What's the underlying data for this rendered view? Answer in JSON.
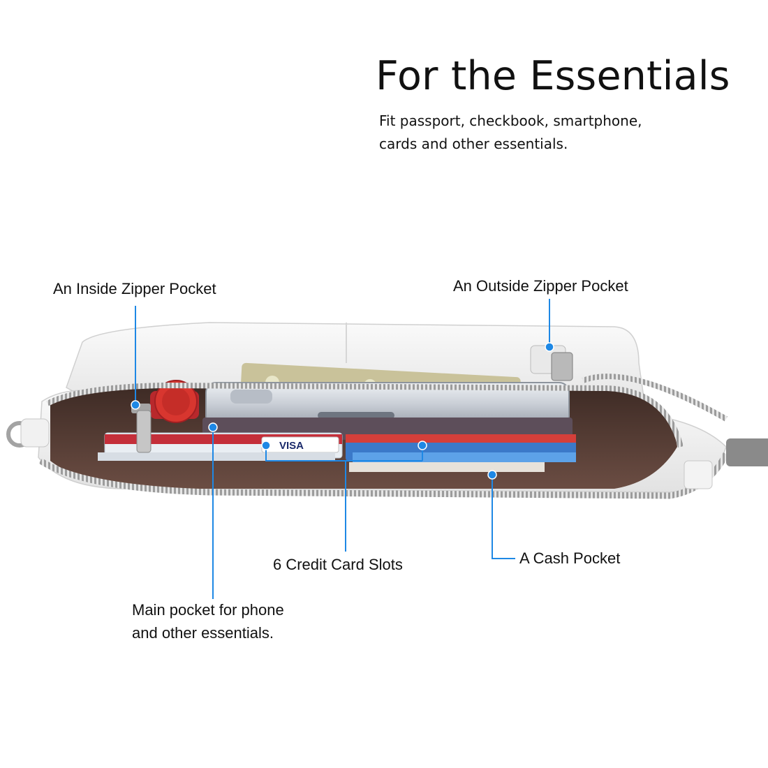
{
  "heading": {
    "title": "For the Essentials",
    "subtitle_line1": "Fit passport, checkbook, smartphone,",
    "subtitle_line2": "cards and other essentials."
  },
  "callouts": {
    "inside_zipper": "An Inside Zipper Pocket",
    "outside_zipper": "An Outside Zipper Pocket",
    "card_slots": "6 Credit Card Slots",
    "cash_pocket": "A Cash Pocket",
    "main_pocket_line1": "Main pocket for phone",
    "main_pocket_line2": "and other essentials."
  },
  "product_text": {
    "card_brand": "VISA"
  },
  "colors": {
    "callout_blue": "#1e88e5",
    "bag_white": "#f3f3f3",
    "lining_brown": "#5a3f37",
    "zipper_silver": "#b8b8b8"
  }
}
